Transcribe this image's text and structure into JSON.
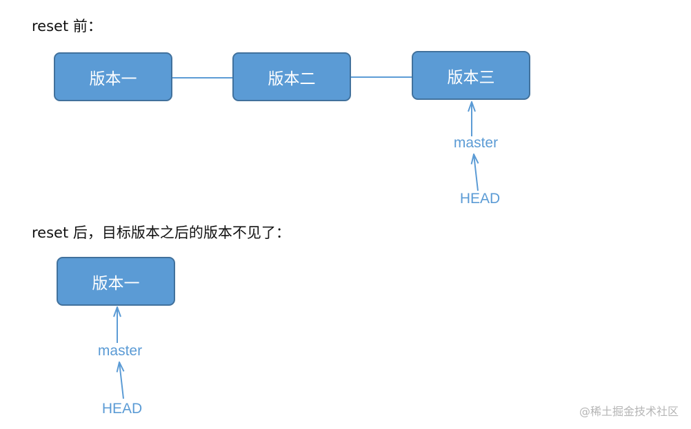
{
  "captions": {
    "before": "reset 前：",
    "after": "reset 后，目标版本之后的版本不见了："
  },
  "before": {
    "versions": [
      "版本一",
      "版本二",
      "版本三"
    ],
    "master_label": "master",
    "head_label": "HEAD"
  },
  "after": {
    "versions": [
      "版本一"
    ],
    "master_label": "master",
    "head_label": "HEAD"
  },
  "watermark": "@稀土掘金技术社区",
  "colors": {
    "box_fill": "#5b9bd5",
    "box_border": "#41719c",
    "line": "#5b9bd5",
    "label": "#5b9bd5"
  }
}
